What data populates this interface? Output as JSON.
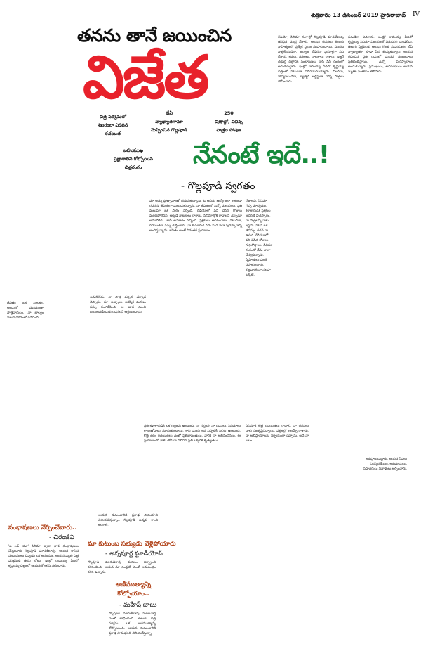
{
  "masthead": {
    "dateline": "శుక్రవారం 13 డిసెంబర్ 2019 హైదరాబాద్",
    "page": "IV"
  },
  "headline": {
    "kicker": "తనను తానే జయించిన",
    "title": "విజేత"
  },
  "captions": [
    {
      "lines": [
        "చిత్ర పరిశ్రమలో",
        "శిఖరంలా ఎదిగిన",
        "రచయిత"
      ]
    },
    {
      "lines": [
        "టీవీ",
        "వ్యాఖ్యాతగానూ",
        "మెప్పించిన గొల్లపూడి"
      ]
    },
    {
      "lines": [
        "250",
        "చిత్రాల్లో, విభిన్న",
        "పాత్రల పోషణ"
      ]
    }
  ],
  "loss_caption": [
    "బహుముఖ",
    "ప్రజ్ఞాశాలిని కోల్పోయిన",
    "చిత్రరంగం"
  ],
  "feature": {
    "title": "నేనంటే ఇదే..!",
    "byline": "- గొల్లపూడి స్వగతం"
  },
  "columns": {
    "top_right_a": "రేడియో, సినిమా రంగాల్లో గొల్లపూడి మారుతీరావు తనదైన ముద్ర వేశారు. ఆయన రచనలు తెలుగు సాహిత్యంలో ప్రత్యేక స్థానం సంపాదించాయి. మొదట పాత్రికేయుడిగా, తర్వాత రేడియో ప్రయోక్తగా పని చేశారు. కథలు, నవలలు, నాటకాలు రాశారు. డాక్టర్ చక్రవర్తి చిత్రానికి సంభాషణలు రాసి సినీ రంగంలో అడుగుపెట్టారు. ఇంట్లో రామయ్య వీధిలో కృష్ణయ్య చిత్రంతో నటుడిగా పరిచయమయ్యారు. విలన్‌గా, హాస్యనటుడిగా, క్యారెక్టర్ ఆర్టిస్టుగా ఎన్నో పాత్రలు పోషించారు.",
    "top_right_b": "నటుడిగా ఎదిగారు. ఇంట్లో రామయ్య వీధిలో కృష్ణయ్య సినిమా విజయంతో వెనుదిరిగి చూడలేదు. తెలుగు ప్రేక్షకులకు ఆయన గొంతు సుపరిచితం. టీవీ వ్యాఖ్యాతగా కూడా పేరు తెచ్చుకున్నారు. ఆయన రచించిన ప్రతి రచనలో మానవ సంబంధాలు ప్రతిబింబిస్తాయి. ఎన్నో పురస్కారాలు అందుకున్నారు. ప్రముఖులు, అభిమానులు ఆయన మృతికి సంతాపం తెలిపారు.",
    "feature_main": "మా అమ్మ ప్రోత్సాహంతో చదువుకున్నాను. ఓ ఆఫీసు ఉద్యోగంలా కాకుండా రచనను జీవితంగా మలుచుకున్నాను. నా జీవితంలో ఎన్నో మలుపులు. ప్రతి మలుపూ ఒక పాఠం నేర్పింది. రేడియోలో పని చేసిన రోజులు మరచిపోలేనివి. అక్కడే నాటకాలు రాశాను. సినిమాల్లోకి రావాలని ఎప్పుడూ అనుకోలేదు. కానీ అవకాశం వచ్చింది. ప్రేక్షకులు ఆదరించారు. నటుడిగా, రచయితగా నన్ను గుర్తించారు. నా కుమారుడి పేరు మీద ఏటా పురస్కారాన్ని అందిస్తున్నాను. జీవితం అంటే నిరంతర ప్రయాణం.",
    "feature_narrow": "రోజులవి. సినిమా గొప్ప మాధ్యమం. కళాకారుడికి ప్రేక్షకుల ఆదరణే పురస్కారం. నా పాత్రలన్నీ నాకు ఇష్టమే. నటన ఒక తపస్సు. రచన నా ఊపిరి. రేడియోలో పని చేసిన రోజులు గుర్తుకొస్తాయి. సినిమా రంగంలో నేను చాలా నేర్చుకున్నాను. స్నేహితులు ఎంతో సహకరించారు. కొత్తవారికి నా సలహా ఒక్కటే.",
    "left_a": "జీవితం ఒక నాటకం. అందులో మనమంతా పాత్రధారులం. నా బాల్యం విజయనగరంలో గడిచింది.",
    "left_b": "అనుకోలేదు. నా పాత్ర వచ్చిన తర్వాత చెప్పాను. మా అబ్బాయి ఆకస్మిక మరణం నన్ను కుంగదీసింది. ఆ బాధ నుంచి బయటపడేందుకు రచనలనే ఆశ్రయించాను.",
    "mid_a": "ప్రతి కళాకారుడికి ఒక గుర్తింపు ఉంటుంది. నా గుర్తింపు నా రచనలు. సినిమాలు కాలంతోపాటు మారుతుంటాయి. కానీ మంచి కథ ఎప్పటికీ నిలిచి ఉంటుంది. కొత్త తరం రచయితలు ఎంతో ప్రతిభావంతులు. వారికి నా అభినందనలు. ఈ ప్రయాణంలో నాకు తోడుగా నిలిచిన ప్రతి ఒక్కరికీ కృతజ్ఞతలు.",
    "mid_b": "సినిమాకి కొత్త రచయితలు రావాలి. నా రచనలు నాకు సంతృప్తినిచ్చాయి. పత్రికల్లో కాలమ్స్ రాశాను. నా అభిప్రాయాలను నిర్భయంగా చెప్పాను. అదే నా బలం.",
    "mid_c": "అభిప్రాయపడ్డారు. ఆయన సేవలు చిరస్మరణీయం. అభిమానులు, సహచరులు నివాళులు అర్పించారు."
  },
  "tributes": [
    {
      "title": "సంభాషణలు నేర్పించేవారు..",
      "author": "- చిరంజీవి",
      "body": "'ఐ లవ్ యూ' సినిమా ద్వారా నాకు సంభాషణలు నేర్పించారు గొల్లపూడి మారుతీరావు. ఆయన రాసిన సంభాషణలు చెప్పడం ఒక అనుభవం. ఆయన మృతి చిత్ర పరిశ్రమకు తీరని లోటు. ఇంట్లో రామయ్య వీధిలో కృష్ణయ్య చిత్రంలో ఆయనతో కలిసి నటించాను."
    },
    {
      "title": "మా కుటుంబ సభ్యుడు వెళ్లిపోయారు",
      "author": "- అన్నపూర్ణ స్టూడియోస్",
      "pre": "ఆయన కుటుంబానికి ప్రగాఢ సానుభూతి తెలియజేస్తున్నాం. గొల్లపూడి ఆత్మకు శాంతి కలగాలి.",
      "body": "గొల్లపూడి మారుతీరావు మరణం దిగ్భ్రాంతి కలిగించింది. ఆయన మా సంస్థతో ఎంతో అనుబంధం కలిగి ఉన్నారు."
    },
    {
      "title": "ఆణిముత్యాన్ని కోల్పోయాం..",
      "author": "- మహేష్ బాబు",
      "body": "గొల్లపూడి మారుతీరావు మరణవార్త ఎంతో బాధించింది. తెలుగు చిత్ర పరిశ్రమ ఒక ఆణిముత్యాన్ని కోల్పోయింది. ఆయన కుటుంబానికి ప్రగాఢ సానుభూతి తెలియజేస్తున్నా."
    }
  ]
}
